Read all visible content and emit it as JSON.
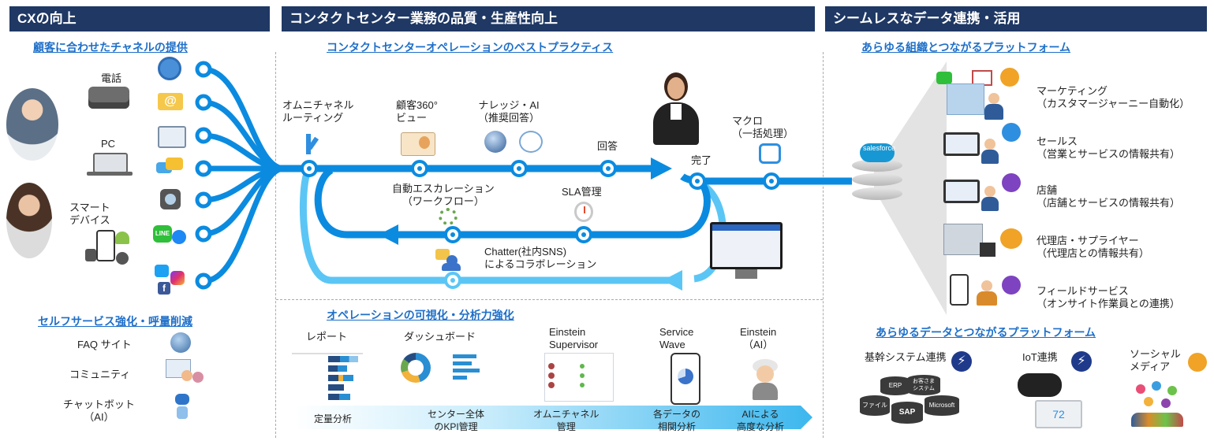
{
  "headers": {
    "cx": "CXの向上",
    "contact_center": "コンタクトセンター業務の品質・生産性向上",
    "seamless": "シームレスなデータ連携・活用"
  },
  "left": {
    "channel_title": "顧客に合わせたチャネルの提供",
    "phone": "電話",
    "pc": "PC",
    "smart_device": "スマート\nデバイス",
    "self_title": "セルフサービス強化・呼量削減",
    "faq": "FAQ サイト",
    "community": "コミュニティ",
    "chatbot": "チャットボット\n（AI）"
  },
  "center": {
    "best_practice_title": "コンタクトセンターオペレーションのベストプラクティス",
    "omni_routing": "オムニチャネル\nルーティング",
    "customer360": "顧客360°\nビュー",
    "knowledge_ai": "ナレッジ・AI\n（推奨回答）",
    "answer": "回答",
    "complete": "完了",
    "macro": "マクロ\n（一括処理）",
    "auto_escalation": "自動エスカレーション\n（ワークフロー）",
    "sla": "SLA管理",
    "chatter": "Chatter(社内SNS)\nによるコラボレーション",
    "visualize_title": "オペレーションの可視化・分析力強化",
    "report": "レポート",
    "dashboard": "ダッシュボード",
    "einstein_supervisor": "Einstein\nSupervisor",
    "service_wave": "Service\nWave",
    "einstein_ai": "Einstein\n（AI）",
    "arrow_items": [
      "定量分析",
      "センター全体\nのKPI管理",
      "オムニチャネル\n管理",
      "各データの\n相関分析",
      "AIによる\n高度な分析"
    ]
  },
  "right": {
    "platform_title": "あらゆる組織とつながるプラットフォーム",
    "salesforce": "salesforce",
    "items": [
      "マーケティング\n（カスタマージャーニー自動化）",
      "セールス\n（営業とサービスの情報共有）",
      "店舗\n（店舗とサービスの情報共有）",
      "代理店・サプライヤー\n（代理店との情報共有）",
      "フィールドサービス\n（オンサイト作業員との連携）"
    ],
    "data_title": "あらゆるデータとつながるプラットフォーム",
    "core_system": "基幹システム連携",
    "iot": "IoT連携",
    "social": "ソーシャル\nメディア",
    "db_labels": [
      "ERP",
      "お客さま\nシステム",
      "ファイル",
      "SAP",
      "Microsoft"
    ],
    "thermostat": "72"
  },
  "colors": {
    "header_bg": "#1f3864",
    "flow_dark": "#0b8be0",
    "flow_light": "#5bc6f5",
    "title_blue": "#1e6fc9"
  }
}
